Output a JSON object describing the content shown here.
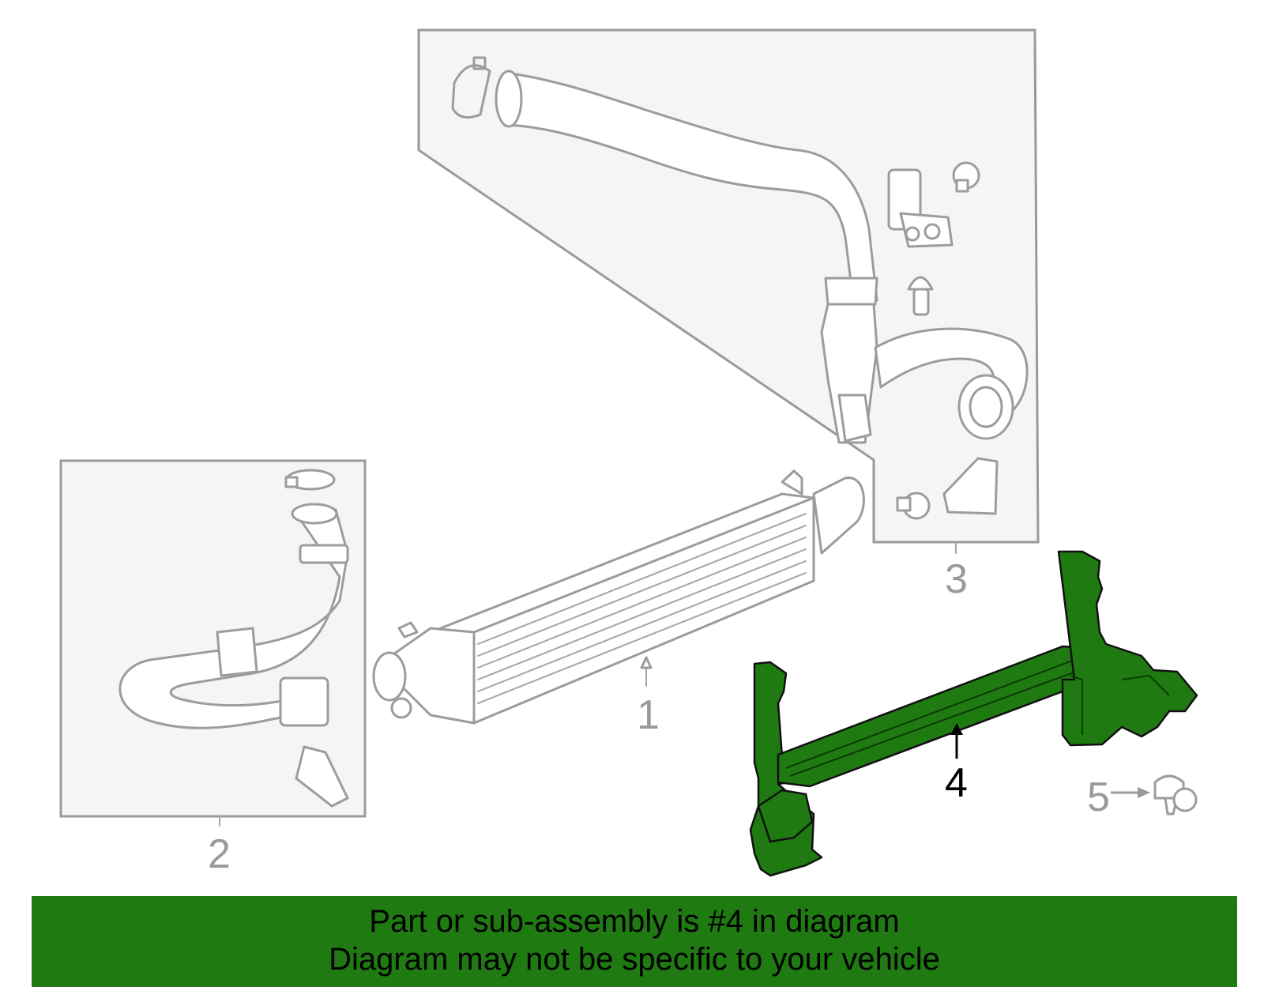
{
  "callouts": {
    "part1": "1",
    "part2": "2",
    "part3": "3",
    "part4": "4",
    "part5": "5"
  },
  "highlighted_part": "4",
  "colors": {
    "highlight": "#1f7a12",
    "outline": "#9c9c9c",
    "panel": "#f5f5f5"
  },
  "banner": {
    "line1": "Part or sub-assembly is #4 in diagram",
    "line2": "Diagram may not be specific to your vehicle"
  }
}
